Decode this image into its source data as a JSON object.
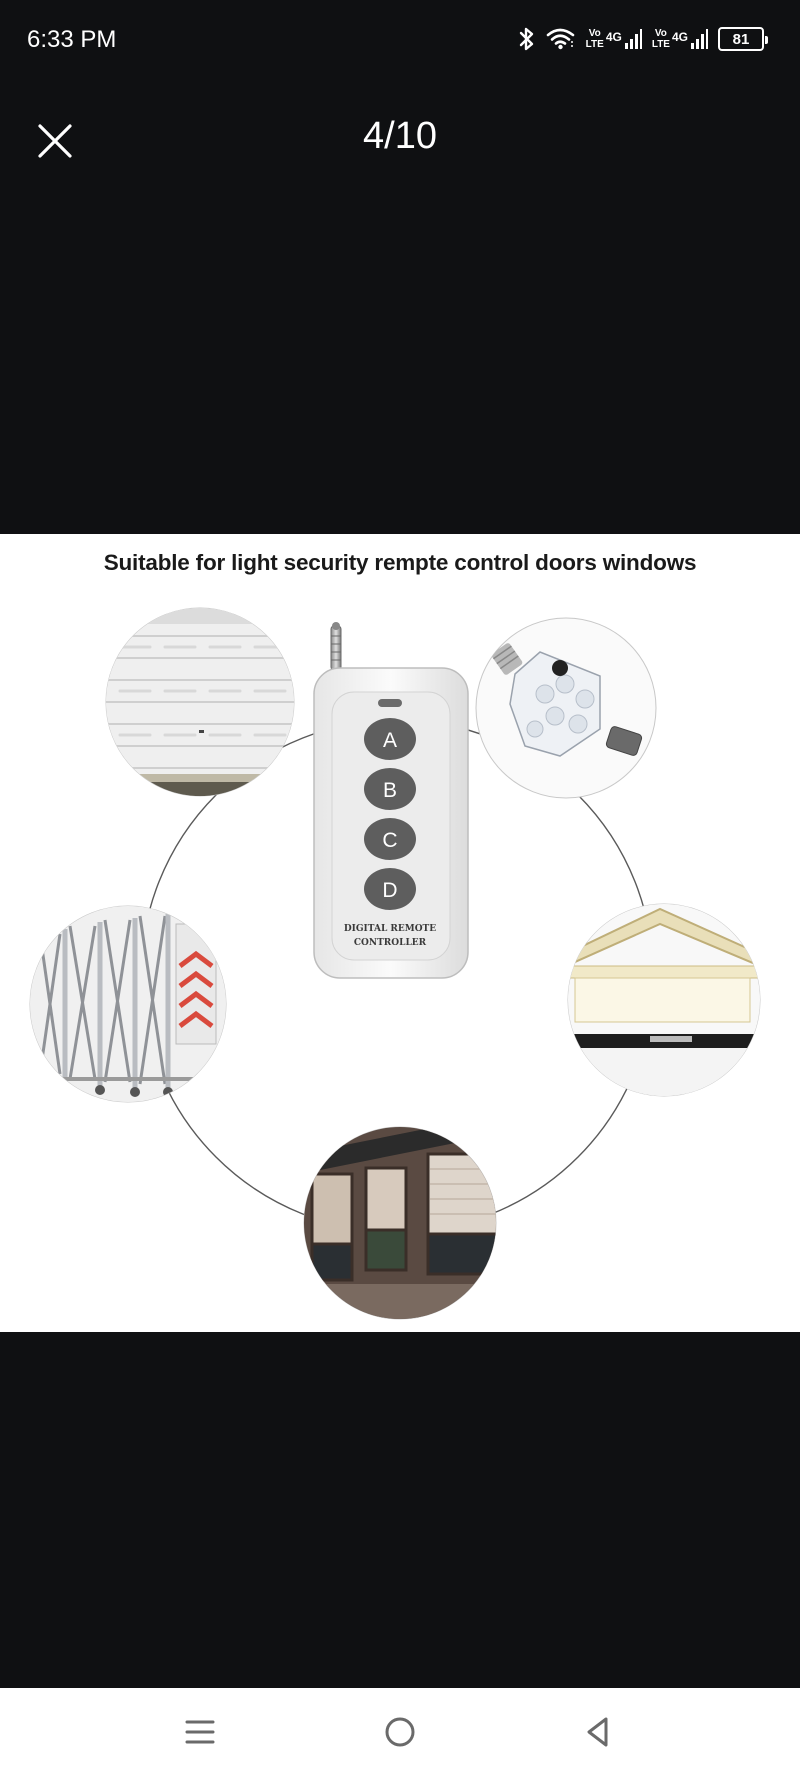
{
  "status_bar": {
    "time": "6:33 PM",
    "volte_top": "Vo",
    "volte_bottom": "LTE",
    "network_type": "4G",
    "battery_level": "81",
    "icons": [
      "bluetooth-icon",
      "wifi-icon",
      "signal-icon",
      "battery-icon"
    ]
  },
  "viewer": {
    "counter": "4/10",
    "close_icon": "close-icon"
  },
  "photo": {
    "caption": "Suitable for light security rempte control doors windows",
    "remote_buttons": [
      "A",
      "B",
      "C",
      "D"
    ],
    "remote_label_line1": "DIGITAL REMOTE",
    "remote_label_line2": "CONTROLLER",
    "thumbnails": [
      "garage-door",
      "light-bulb-with-remote",
      "awning-house",
      "rolling-shutter-windows",
      "retractable-gate"
    ]
  },
  "nav_bar": {
    "icons": [
      "recents-icon",
      "home-icon",
      "back-icon"
    ]
  },
  "colors": {
    "background": "#0f1012",
    "foreground": "#ffffff",
    "photo_background": "#ffffff",
    "remote_button": "#5e5e5e"
  }
}
